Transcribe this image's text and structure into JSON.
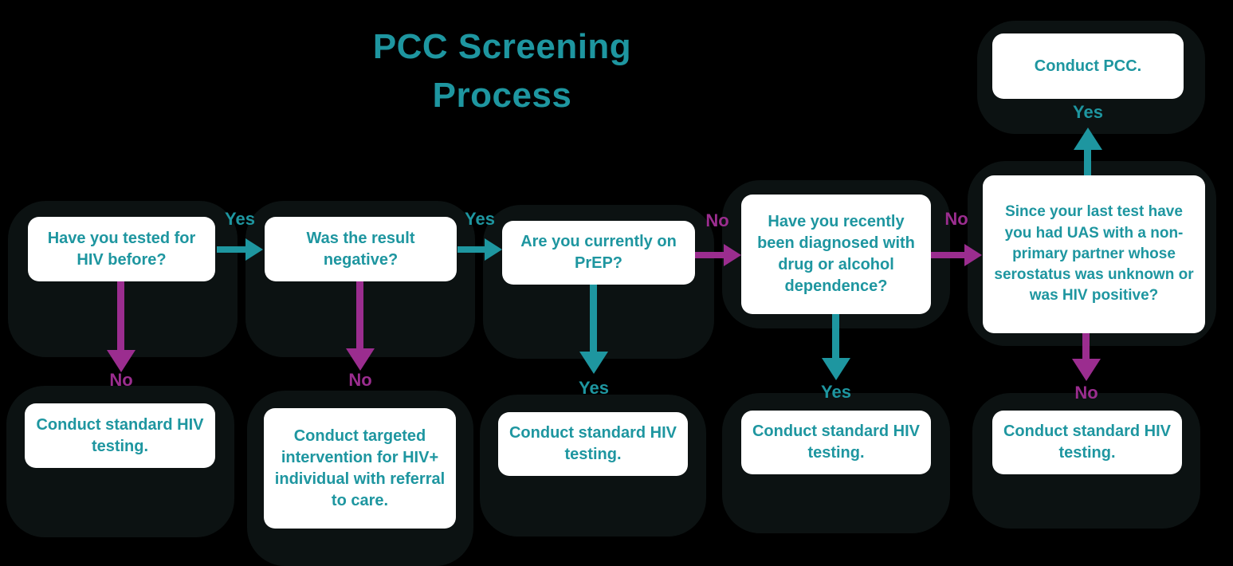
{
  "title": {
    "line1": "PCC Screening",
    "line2": "Process"
  },
  "columns": [
    {
      "question": "Have you tested for HIV before?",
      "right_label": "Yes",
      "down_label": "No",
      "outcome": "Conduct standard HIV testing."
    },
    {
      "question": "Was the result negative?",
      "right_label": "Yes",
      "down_label": "No",
      "outcome": "Conduct targeted intervention for HIV+ individual with referral to care."
    },
    {
      "question": "Are you currently on PrEP?",
      "right_label": "No",
      "down_label": "Yes",
      "outcome": "Conduct standard HIV testing."
    },
    {
      "question": "Have you recently been diagnosed with drug or alcohol dependence?",
      "right_label": "No",
      "down_label": "Yes",
      "outcome": "Conduct standard HIV testing."
    },
    {
      "question": "Since your last test have you had UAS with a non-primary partner whose serostatus was unknown or was HIV positive?",
      "up_label": "Yes",
      "up_outcome": "Conduct PCC.",
      "down_label": "No",
      "outcome": "Conduct standard HIV testing."
    }
  ],
  "colors": {
    "teal": "#1E96A0",
    "magenta": "#9B2D8F",
    "box_background": "#ffffff",
    "canvas_background": "#000000",
    "shadow_blob": "#0c1212"
  }
}
